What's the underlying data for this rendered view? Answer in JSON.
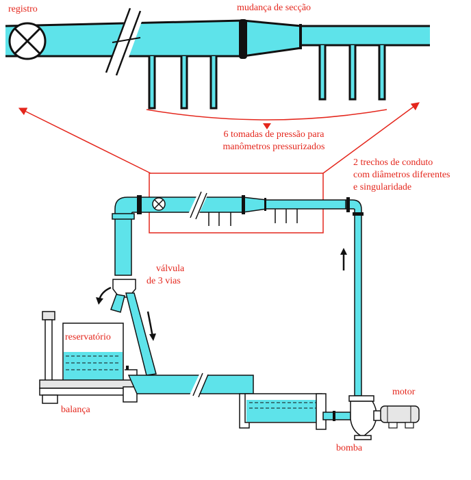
{
  "colors": {
    "water": "#5ee3ea",
    "water_dark": "#26b7c4",
    "outline": "#111111",
    "label": "#e4261c",
    "steel": "#e6e6e6"
  },
  "labels": {
    "registro": "registro",
    "mudanca": "mudança de secção",
    "tomadas_line1": "6 tomadas de pressão para",
    "tomadas_line2": "manômetros pressurizados",
    "trechos_line1": "2 trechos de conduto",
    "trechos_line2": "com diâmetros diferentes",
    "trechos_line3": "e singularidade",
    "valvula_line1": "válvula",
    "valvula_line2": "de 3 vias",
    "reservatorio": "reservatório",
    "balanca": "balança",
    "motor": "motor",
    "bomba": "bomba"
  },
  "icons": {
    "registro_valve": "valve-cross-icon",
    "flow_up": "arrow-up-icon",
    "flow_down": "arrow-down-icon",
    "diverter_flow": "curved-arrow-icon"
  }
}
